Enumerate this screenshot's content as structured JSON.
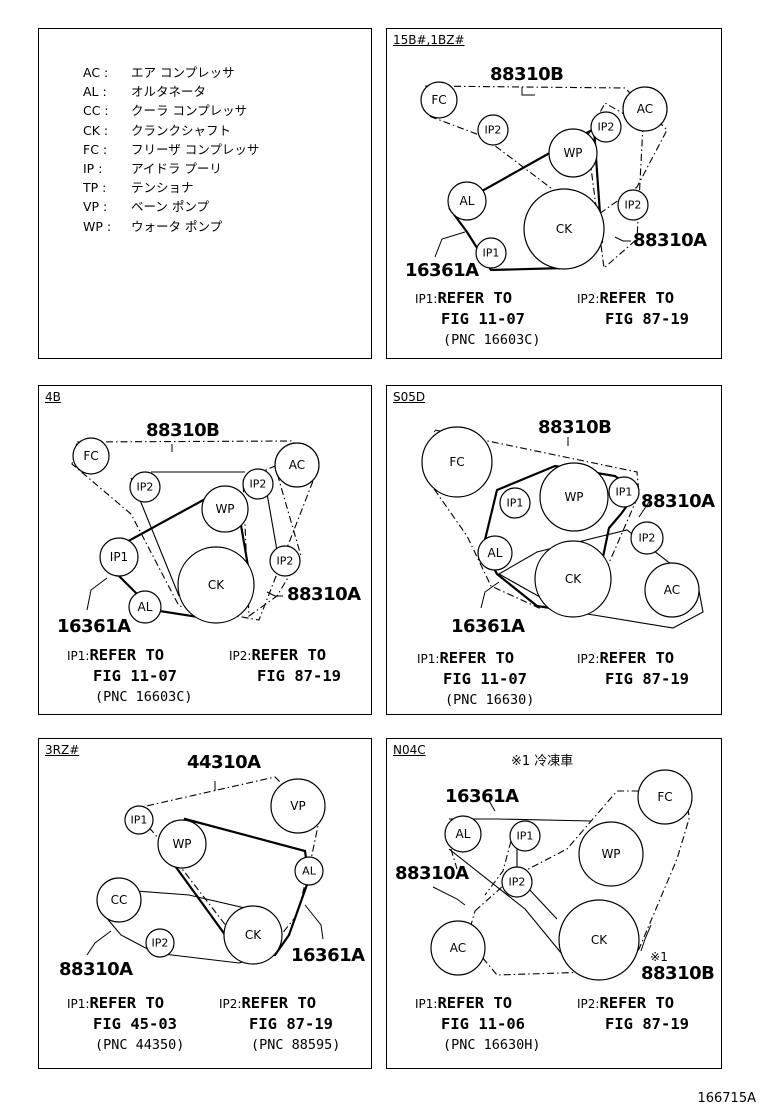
{
  "legend": [
    {
      "code": "AC :",
      "desc": "エア コンプレッサ"
    },
    {
      "code": "AL :",
      "desc": "オルタネータ"
    },
    {
      "code": "CC :",
      "desc": "クーラ コンプレッサ"
    },
    {
      "code": "CK :",
      "desc": "クランクシャフト"
    },
    {
      "code": "FC :",
      "desc": "フリーザ コンプレッサ"
    },
    {
      "code": "IP :",
      "desc": "アイドラ プーリ"
    },
    {
      "code": "TP :",
      "desc": "テンショナ"
    },
    {
      "code": "VP :",
      "desc": "ベーン ポンプ"
    },
    {
      "code": "WP :",
      "desc": "ウォータ ポンプ"
    }
  ],
  "panels": {
    "p1": {
      "tag": "15B#,1BZ#",
      "pulleys": {
        "fc": "FC",
        "ac": "AC",
        "ip2a": "IP2",
        "ip2b": "IP2",
        "wp": "WP",
        "al": "AL",
        "ck": "CK",
        "ip2c": "IP2",
        "ip1": "IP1"
      },
      "parts": {
        "b": "88310B",
        "a": "88310A",
        "c": "16361A"
      },
      "ref": {
        "ip1_label": "IP1:",
        "ip1_line1": "REFER TO",
        "ip1_line2": "FIG 11-07",
        "ip1_pnc": "(PNC 16603C)",
        "ip2_label": "IP2:",
        "ip2_line1": "REFER TO",
        "ip2_line2": "FIG 87-19"
      }
    },
    "p2": {
      "tag": "4B",
      "pulleys": {
        "fc": "FC",
        "ac": "AC",
        "ip2a": "IP2",
        "ip2b": "IP2",
        "wp": "WP",
        "ip1": "IP1",
        "al": "AL",
        "ck": "CK",
        "ip2c": "IP2"
      },
      "parts": {
        "b": "88310B",
        "a": "88310A",
        "c": "16361A"
      },
      "ref": {
        "ip1_label": "IP1:",
        "ip1_line1": "REFER TO",
        "ip1_line2": "FIG 11-07",
        "ip1_pnc": "(PNC 16603C)",
        "ip2_label": "IP2:",
        "ip2_line1": "REFER TO",
        "ip2_line2": "FIG 87-19"
      }
    },
    "p3": {
      "tag": "S05D",
      "pulleys": {
        "fc": "FC",
        "ip1a": "IP1",
        "wp": "WP",
        "ip1b": "IP1",
        "al": "AL",
        "ip2": "IP2",
        "ck": "CK",
        "ac": "AC"
      },
      "parts": {
        "b": "88310B",
        "a": "88310A",
        "c": "16361A"
      },
      "ref": {
        "ip1_label": "IP1:",
        "ip1_line1": "REFER TO",
        "ip1_line2": "FIG 11-07",
        "ip1_pnc": "(PNC 16630)",
        "ip2_label": "IP2:",
        "ip2_line1": "REFER TO",
        "ip2_line2": "FIG 87-19"
      }
    },
    "p4": {
      "tag": "3RZ#",
      "pulleys": {
        "ip1": "IP1",
        "vp": "VP",
        "wp": "WP",
        "al": "AL",
        "cc": "CC",
        "ip2": "IP2",
        "ck": "CK"
      },
      "parts": {
        "top": "44310A",
        "a": "88310A",
        "c": "16361A"
      },
      "ref": {
        "ip1_label": "IP1:",
        "ip1_line1": "REFER TO",
        "ip1_line2": "FIG 45-03",
        "ip1_pnc": "(PNC 44350)",
        "ip2_label": "IP2:",
        "ip2_line1": "REFER TO",
        "ip2_line2": "FIG 87-19",
        "ip2_pnc": "(PNC 88595)"
      }
    },
    "p5": {
      "tag": "N04C",
      "note": "※1 冷凍車",
      "pulleys": {
        "fc": "FC",
        "al": "AL",
        "ip1": "IP1",
        "wp": "WP",
        "ip2": "IP2",
        "ac": "AC",
        "ck": "CK"
      },
      "parts": {
        "c": "16361A",
        "a": "88310A",
        "b": "88310B",
        "star": "※1"
      },
      "ref": {
        "ip1_label": "IP1:",
        "ip1_line1": "REFER TO",
        "ip1_line2": "FIG 11-06",
        "ip1_pnc": "(PNC 16630H)",
        "ip2_label": "IP2:",
        "ip2_line1": "REFER TO",
        "ip2_line2": "FIG 87-19"
      }
    }
  },
  "footer": "166715A"
}
